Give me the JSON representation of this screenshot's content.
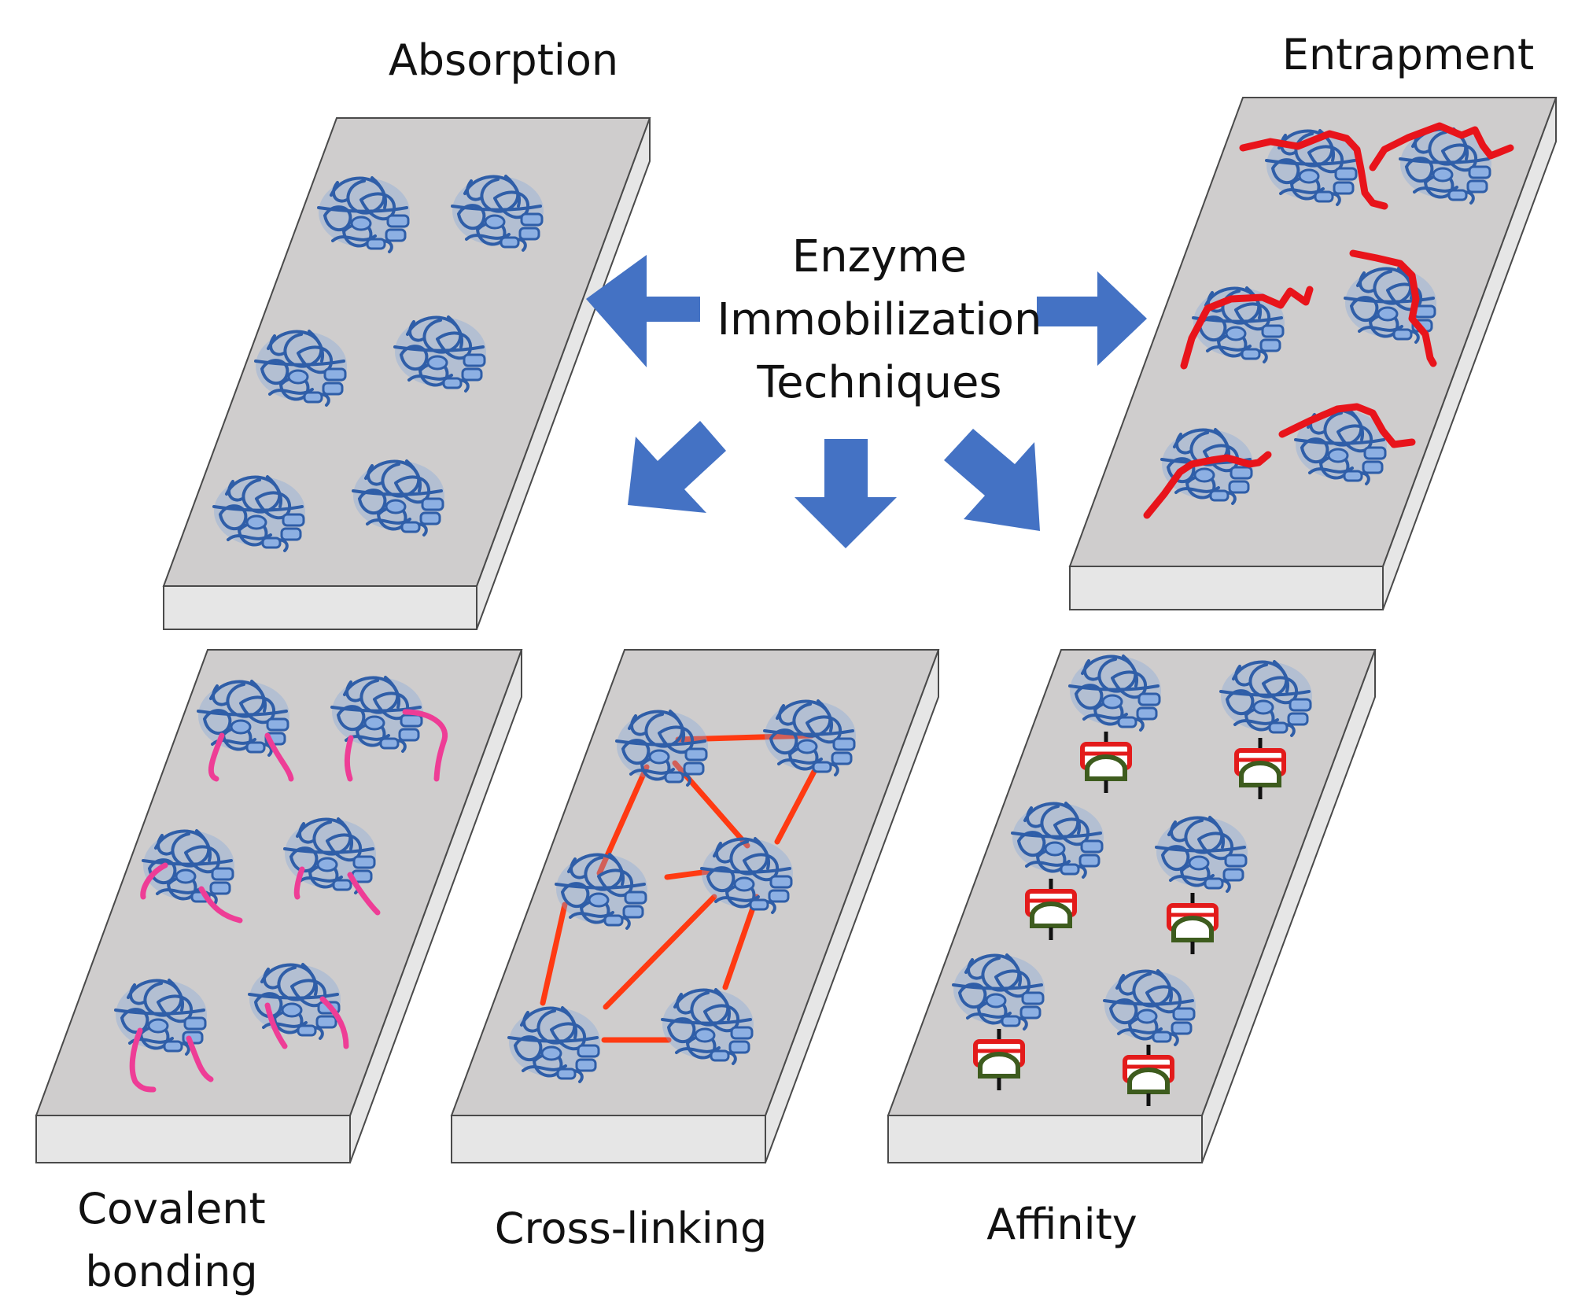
{
  "title_lines": [
    "Enzyme",
    "Immobilization",
    "Techniques"
  ],
  "labels": {
    "absorption": "Absorption",
    "entrapment": "Entrapment",
    "covalent": [
      "Covalent",
      "bonding"
    ],
    "crosslinking": "Cross-linking",
    "affinity": "Affinity"
  },
  "colors": {
    "slab_top": "#cfcdcd",
    "slab_side": "#e6e6e6",
    "slab_stroke": "#4a4a4a",
    "enzyme": "#2f5ea8",
    "enzyme_fill": "#6f9bd8",
    "arrow": "#4472c4",
    "entrap_line": "#e8141b",
    "covalent_line": "#ee3d96",
    "crosslink_line": "#ff3a12",
    "affinity_red": "#e31b1b",
    "affinity_green": "#3e5c1e"
  }
}
